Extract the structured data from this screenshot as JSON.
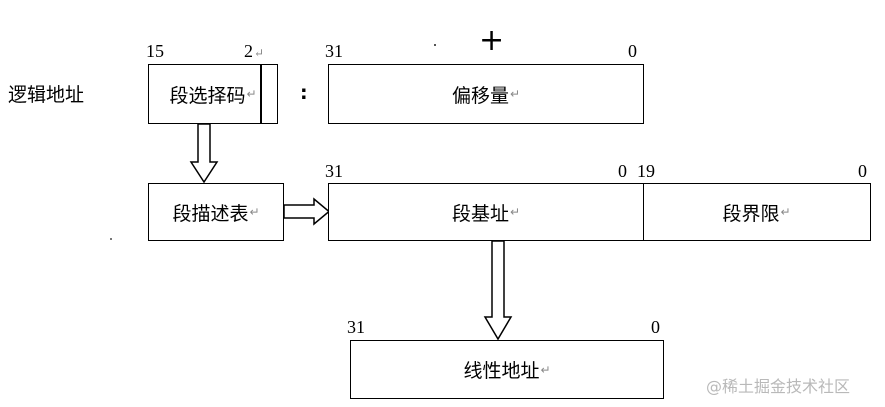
{
  "logical_address_label": "逻辑地址",
  "selector": {
    "text": "段选择码",
    "bit_high": "15",
    "bit_low": "2"
  },
  "separator": ":",
  "offset": {
    "text": "偏移量",
    "bit_high": "31",
    "bit_low": "0"
  },
  "plus_sign": "+",
  "descriptor_table": {
    "text": "段描述表"
  },
  "segment_base": {
    "text": "段基址",
    "bit_high": "31",
    "bit_low": "0"
  },
  "segment_limit": {
    "text": "段界限",
    "bit_high": "19",
    "bit_low": "0"
  },
  "linear_address": {
    "text": "线性地址",
    "bit_high": "31",
    "bit_low": "0"
  },
  "return_mark": "↵",
  "watermark": "@稀土掘金技术社区"
}
